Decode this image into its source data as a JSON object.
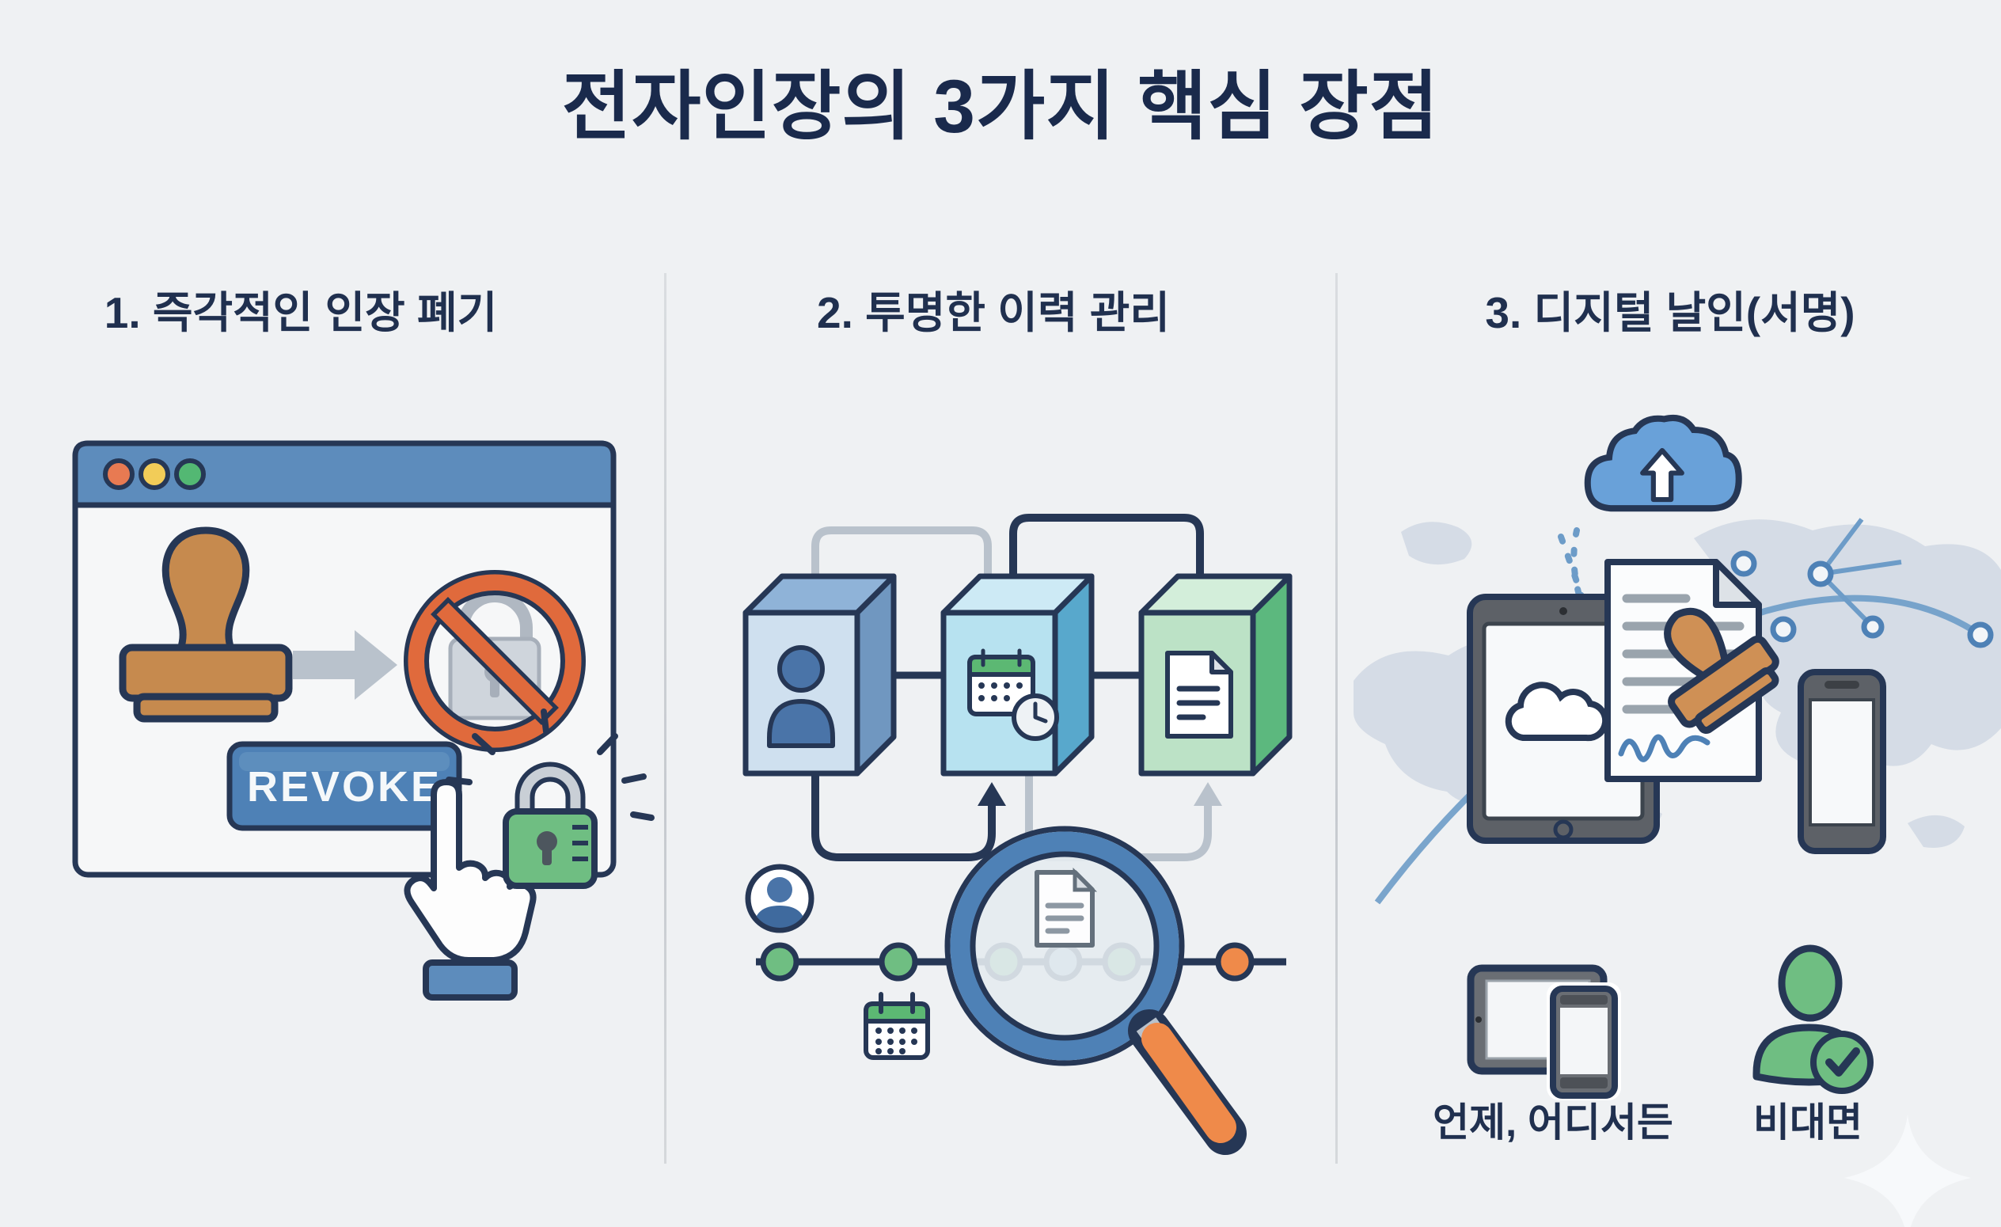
{
  "title": {
    "text": "전자인장의 3가지 핵심 장점"
  },
  "columns": [
    {
      "id": "instant-revocation",
      "heading": "1. 즉각적인 인장 폐기",
      "illustration": {
        "description": "Browser window: rubber stamp turns into a prohibited padlock; REVOKE button pressed by a hand cursor; secured green padlock",
        "button_label": "REVOKE",
        "icons": [
          "browser-window-icon",
          "traffic-light-dots",
          "rubber-stamp-icon",
          "arrow-right-icon",
          "no-entry-padlock-icon",
          "revoke-button",
          "hand-cursor-icon",
          "green-padlock-icon",
          "rays"
        ]
      }
    },
    {
      "id": "transparent-history",
      "heading": "2. 투명한 이력 관리",
      "illustration": {
        "description": "Three linked blocks (user, calendar with clock, document) chained by arrows; timeline of events examined with a magnifying glass",
        "icons": [
          "user-block-icon",
          "calendar-clock-block-icon",
          "document-block-icon",
          "chain-link-arrows",
          "user-avatar-icon",
          "timeline-dots",
          "calendar-icon",
          "magnifier-icon",
          "document-icon"
        ],
        "timeline_dot_colors": [
          "green",
          "green",
          "green",
          "blue",
          "green",
          "orange"
        ]
      }
    },
    {
      "id": "digital-seal-signature",
      "heading": "3. 디지털 날인(서명)",
      "illustration": {
        "description": "Cloud upload over a world map with network nodes; tablet, signed document being stamped, and smartphone",
        "icons": [
          "world-map",
          "network-nodes",
          "cloud-upload-icon",
          "tablet-icon",
          "signed-document-icon",
          "signature-scribble",
          "stamp-icon",
          "smartphone-icon",
          "devices-icon",
          "person-check-icon",
          "sparkle-watermark"
        ]
      },
      "captions": [
        {
          "label": "언제, 어디서든"
        },
        {
          "label": "비대면"
        }
      ]
    }
  ],
  "palette": {
    "background": "#eff1f3",
    "title_navy": "#1a2a4c",
    "outline_navy": "#263755",
    "steel_blue": "#5d8cbc",
    "button_blue": "#4e81b6",
    "prohibit_orange": "#e06a3c",
    "handle_orange": "#ef8a4a",
    "green": "#6fbe82",
    "calendar_green": "#5cb873",
    "stamp_brown": "#c68a4e",
    "light_gray": "#b9c2cc",
    "map_gray": "#cdd6e1"
  }
}
